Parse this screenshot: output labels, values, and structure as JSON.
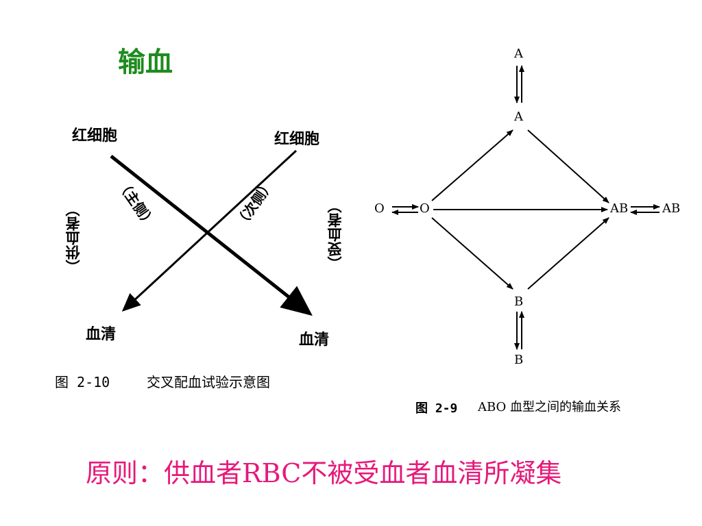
{
  "title": "输血",
  "crossmatch": {
    "top_left": "红细胞",
    "top_right": "红细胞",
    "main_side": "（主侧）",
    "minor_side": "（次侧）",
    "donor": "（供血者）",
    "recipient": "（受血者）",
    "bottom_left": "血清",
    "bottom_right": "血清",
    "caption_label": "图 2-10",
    "caption_text": "交叉配血试验示意图"
  },
  "abo": {
    "nodes": {
      "a_top": "A",
      "a": "A",
      "o_left": "O",
      "o": "O",
      "ab": "AB",
      "ab_right": "AB",
      "b": "B",
      "b_bottom": "B"
    },
    "caption_label": "图 2-9",
    "caption_text": "ABO 血型之间的输血关系"
  },
  "principle": "原则：供血者RBC不被受血者血清所凝集"
}
